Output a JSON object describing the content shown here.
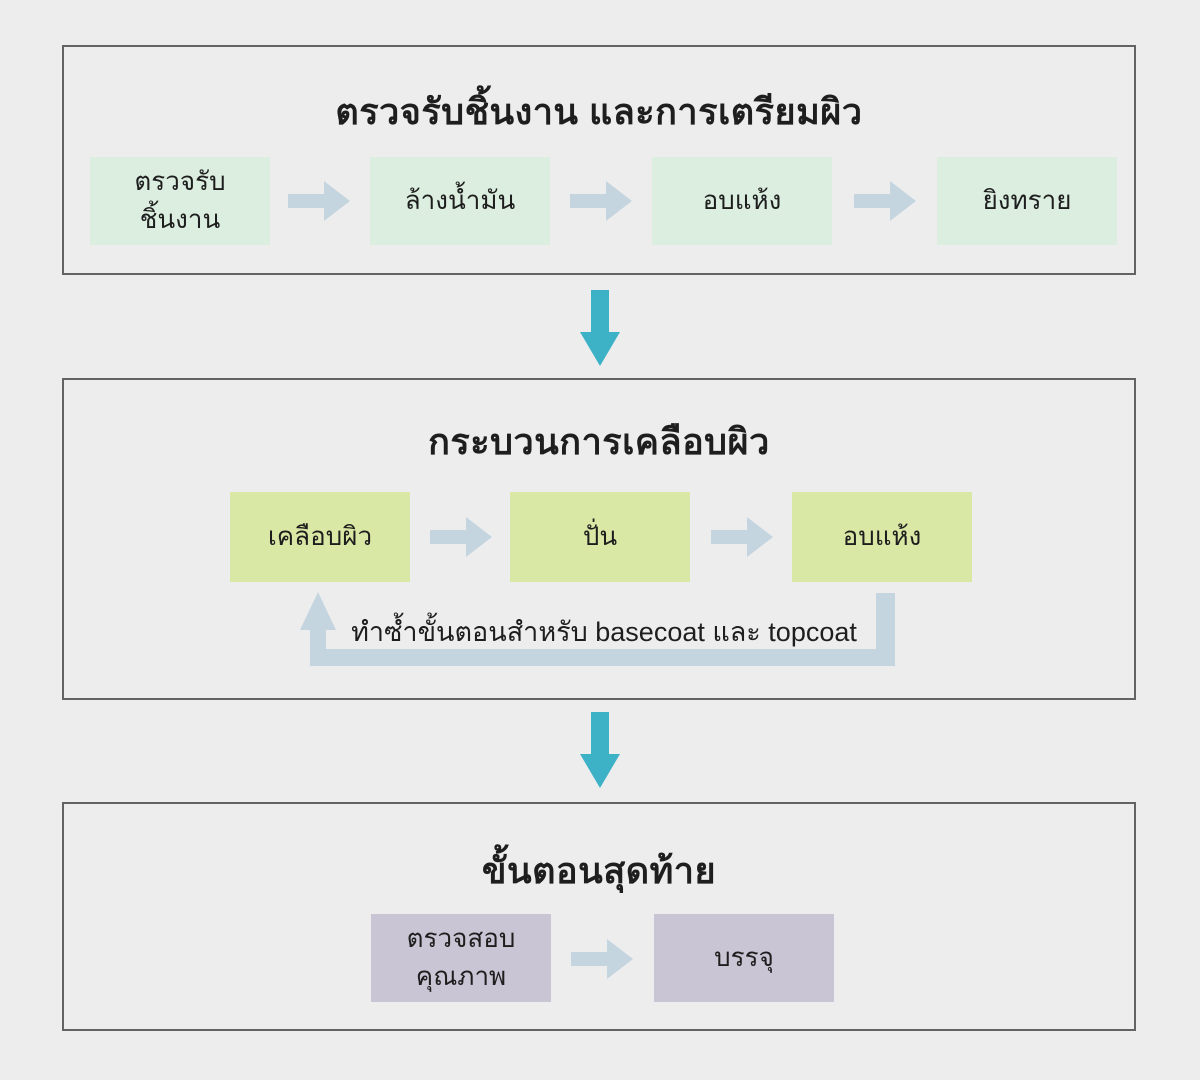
{
  "diagram": {
    "sections": [
      {
        "title": "ตรวจรับชิ้นงาน และการเตรียมผิว",
        "steps": [
          {
            "label": "ตรวจรับ\nชิ้นงาน"
          },
          {
            "label": "ล้างน้ำมัน"
          },
          {
            "label": "อบแห้ง"
          },
          {
            "label": "ยิงทราย"
          }
        ]
      },
      {
        "title": "กระบวนการเคลือบผิว",
        "steps": [
          {
            "label": "เคลือบผิว"
          },
          {
            "label": "ปั่น"
          },
          {
            "label": "อบแห้ง"
          }
        ],
        "loop_label": "ทำซ้ำขั้นตอนสำหรับ basecoat และ topcoat"
      },
      {
        "title": "ขั้นตอนสุดท้าย",
        "steps": [
          {
            "label": "ตรวจสอบ\nคุณภาพ"
          },
          {
            "label": "บรรจุ"
          }
        ]
      }
    ],
    "colors": {
      "background": "#ededed",
      "section_border": "#636363",
      "step_mint": "#dbeee0",
      "step_lime": "#d9e8a4",
      "step_lavender": "#c9c5d4",
      "arrow_small": "#c5d5e0",
      "arrow_teal": "#3db1c6",
      "text": "#1e1e1e"
    }
  }
}
